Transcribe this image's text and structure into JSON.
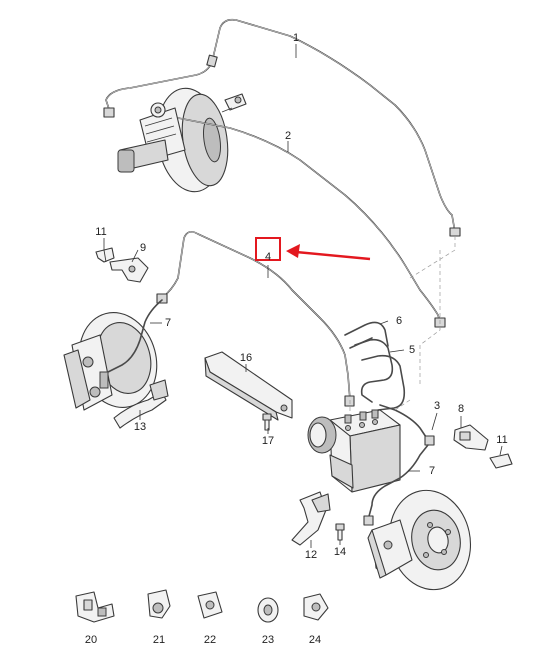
{
  "diagram": {
    "part_numbers": {
      "p1": "1",
      "p2": "2",
      "p3": "3",
      "p4": "4",
      "p5": "5",
      "p6": "6",
      "p7a": "7",
      "p7b": "7",
      "p8": "8",
      "p9": "9",
      "p11a": "11",
      "p11b": "11",
      "p12": "12",
      "p13": "13",
      "p14": "14",
      "p16": "16",
      "p17": "17",
      "p20": "20",
      "p21": "21",
      "p22": "22",
      "p23": "23",
      "p24": "24"
    },
    "highlight_color": "#e3181f",
    "highlighted_part": "4"
  }
}
